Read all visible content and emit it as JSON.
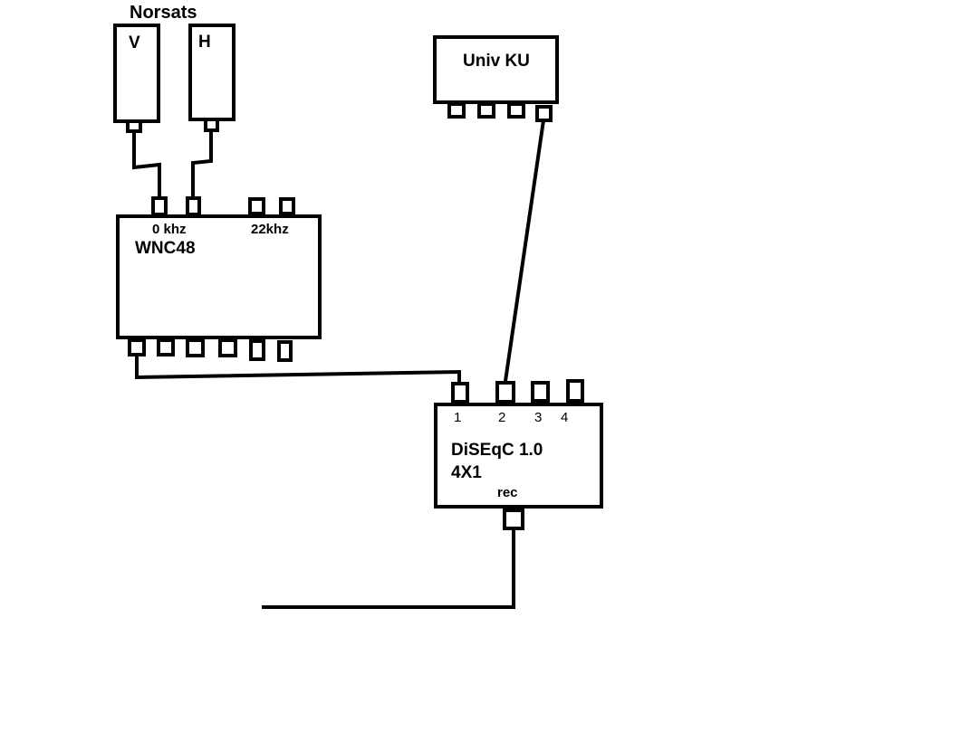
{
  "norsats": {
    "title": "Norsats",
    "lnb_v": {
      "label": "V"
    },
    "lnb_h": {
      "label": "H"
    }
  },
  "univ_ku": {
    "label": "Univ KU"
  },
  "wnc48": {
    "label": "WNC48",
    "input_group_0": "0 khz",
    "input_group_22": "22khz"
  },
  "diseqc": {
    "line1": "DiSEqC 1.0",
    "line2": "4X1",
    "port_labels": [
      "1",
      "2",
      "3",
      "4"
    ],
    "output_label": "rec"
  }
}
